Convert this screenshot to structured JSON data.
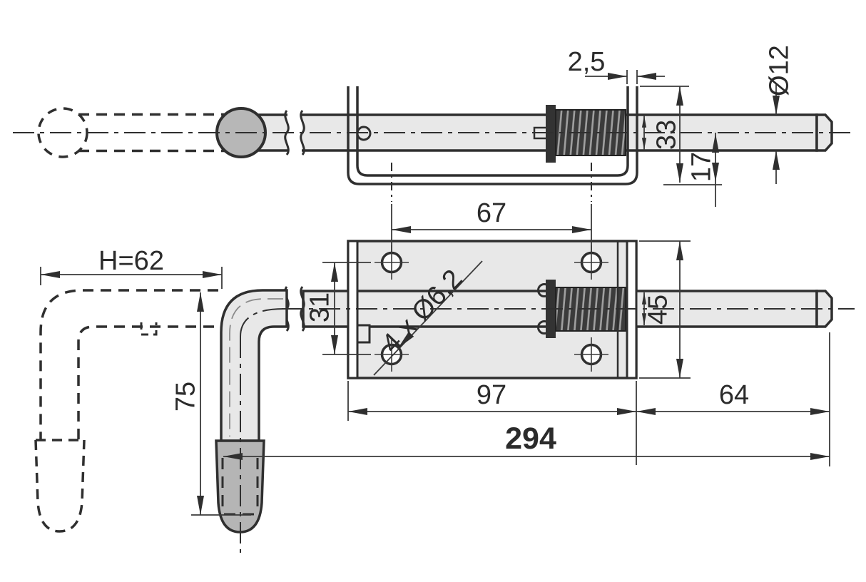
{
  "drawing": {
    "kind": "technical drawing",
    "subject": "spring-loaded latch bolt with L-handle, two orthographic views"
  },
  "dims": {
    "flange_thickness": "2,5",
    "bolt_diameter": "Ø12",
    "bracket_height": "33",
    "centerline_to_base": "17",
    "hole_spacing_horizontal": "67",
    "handle_travel": "H=62",
    "hole_spacing_vertical": "31",
    "plate_height": "45",
    "mounting_holes": "4 x Ø6,2",
    "handle_length": "75",
    "plate_width": "97",
    "bolt_extension": "64",
    "overall_length": "294"
  },
  "colors": {
    "line": "#2f2f2f",
    "part_fill": "#e8e8e8",
    "knob_fill": "#b7b7b7",
    "spring_fill": "#3b3b3b",
    "background": "#ffffff"
  }
}
